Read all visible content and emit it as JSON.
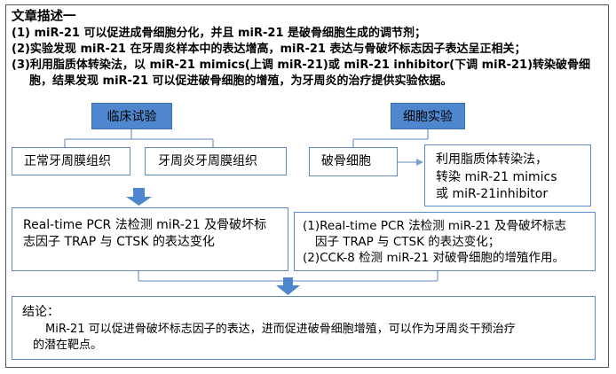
{
  "description": {
    "title": "文章描述一",
    "lines": [
      "(1) miR-21 可以促进成骨细胞分化，并且 miR-21 是破骨细胞生成的调节剂；",
      "(2)实验发现 miR-21 在牙周炎样本中的表达增高，miR-21 表达与骨破坏标志因子表达呈正相关；",
      "(3)利用脂质体转染法，以 miR-21 mimics(上调 miR-21)或 miR-21 inhibitor(下调 miR-21)转染破骨细",
      "胞，结果发现 miR-21 可以促进破骨细胞的增殖，为牙周炎的治疗提供实验依据。"
    ]
  },
  "clinical": {
    "header": "临床试验",
    "sample_a": "正常牙周膜组织",
    "sample_b": "牙周炎牙周膜组织",
    "method_lines": [
      "Real-time PCR 法检测 miR-21 及骨破坏标",
      "志因子 TRAP 与 CTSK 的表达变化"
    ]
  },
  "cell": {
    "header": "细胞实验",
    "cell_type": "破骨细胞",
    "transfection_lines": [
      "利用脂质体转染法，",
      "转染 miR-21 mimics",
      "或 miR-21inhibitor"
    ],
    "method_lines": [
      "(1)Real-time PCR 法检测 miR-21 及骨破坏标志",
      "因子 TRAP 与 CTSK 的表达变化；",
      "(2)CCK-8 检测 miR-21 对破骨细胞的增殖作用。"
    ]
  },
  "conclusion": {
    "title": "结论：",
    "lines": [
      "MiR-21 可以促进骨破坏标志因子的表达，进而促进破骨细胞增殖，可以作为牙周炎干预治疗",
      "的潜在靶点。"
    ]
  },
  "colors": {
    "header_fill": "#4f87cf",
    "box_border": "#5b8ac6",
    "connector": "#7f9fc8",
    "arrow_fill": "#4f87cf"
  }
}
